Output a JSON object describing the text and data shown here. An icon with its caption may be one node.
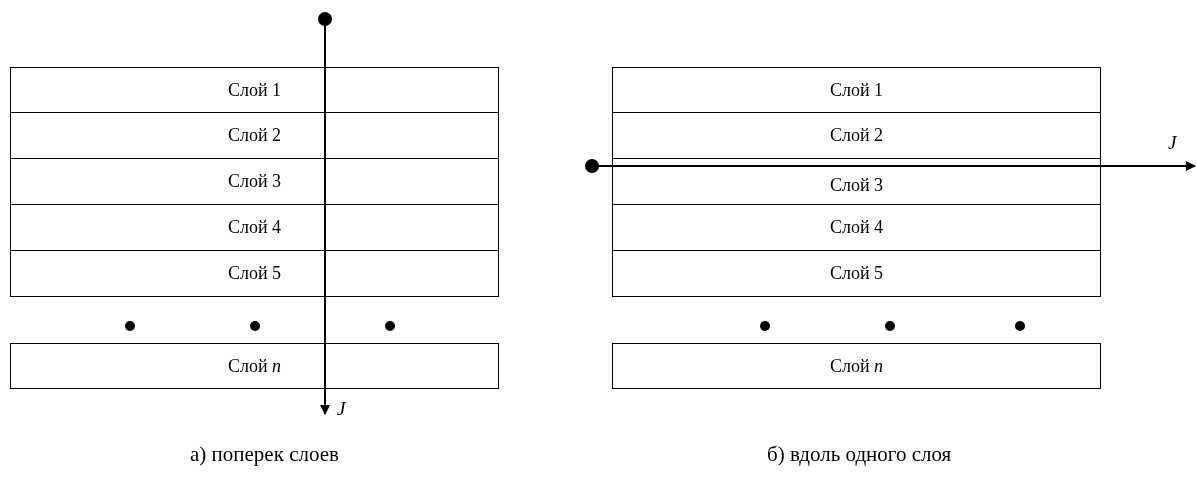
{
  "diagram": {
    "nodes": [
      {
        "text": [
          "Слой 1"
        ]
      },
      {
        "text": [
          "Слой 2"
        ]
      },
      {
        "text": [
          "Слой 3"
        ]
      },
      {
        "text": [
          "Слой 4"
        ]
      },
      {
        "text": [
          "Слой 5"
        ]
      },
      {
        "text": [
          "Слой *n*"
        ]
      },
      {
        "text": [
          "Слой 1"
        ]
      },
      {
        "text": [
          "Слой 2"
        ]
      },
      {
        "text": [
          "Слой 3"
        ]
      },
      {
        "text": [
          "Слой 4"
        ]
      },
      {
        "text": [
          "Слой 5"
        ]
      },
      {
        "text": [
          "Слой *n*"
        ]
      }
    ],
    "labels": [
      "J",
      "J",
      "а) поперек слоев",
      "б) вдоль одного слоя"
    ]
  }
}
